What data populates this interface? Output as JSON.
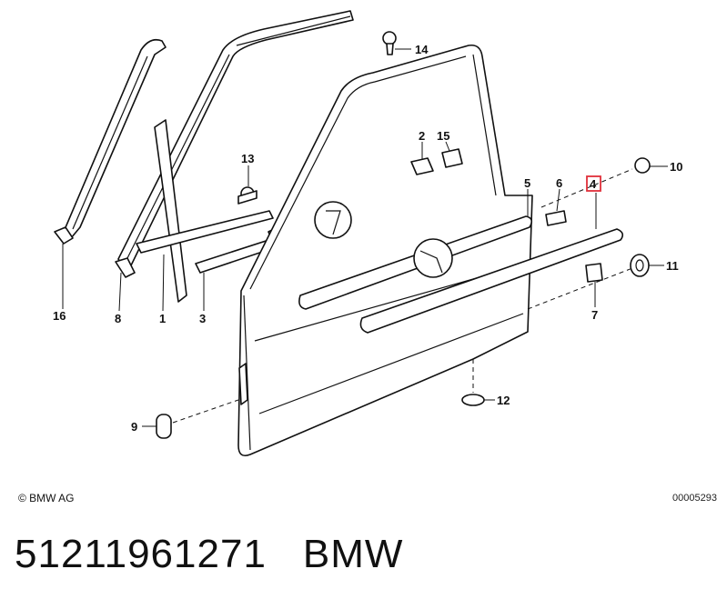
{
  "labels": {
    "p1": "1",
    "p2": "2",
    "p3": "3",
    "p4": "4",
    "p5": "5",
    "p6": "6",
    "p7": "7",
    "p8": "8",
    "p9": "9",
    "p10": "10",
    "p11": "11",
    "p12": "12",
    "p13": "13",
    "p14": "14",
    "p15": "15",
    "p16": "16"
  },
  "highlight_color": "#e0303a",
  "footer": {
    "copyright": "© BMW AG",
    "doc_number": "00005293"
  },
  "caption": {
    "part_number": "51211961271",
    "brand": "BMW"
  }
}
